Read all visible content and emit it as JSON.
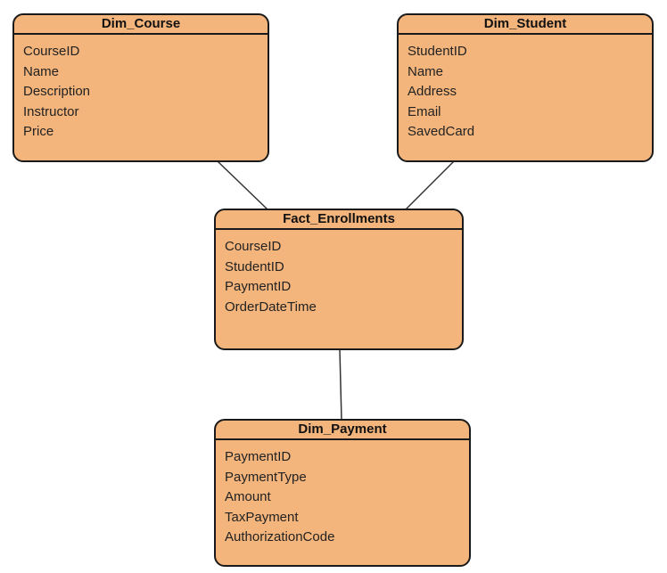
{
  "entities": {
    "dim_course": {
      "title": "Dim_Course",
      "fields": [
        "CourseID",
        "Name",
        "Description",
        "Instructor",
        "Price"
      ]
    },
    "dim_student": {
      "title": "Dim_Student",
      "fields": [
        "StudentID",
        "Name",
        "Address",
        "Email",
        "SavedCard"
      ]
    },
    "fact_enrollments": {
      "title": "Fact_Enrollments",
      "fields": [
        "CourseID",
        "StudentID",
        "PaymentID",
        "OrderDateTime"
      ]
    },
    "dim_payment": {
      "title": "Dim_Payment",
      "fields": [
        "PaymentID",
        "PaymentType",
        "Amount",
        "TaxPayment",
        "AuthorizationCode"
      ]
    }
  },
  "colors": {
    "entity_fill": "#f4b57c",
    "entity_border": "#1a1a1a",
    "connector": "#333333",
    "background": "#ffffff"
  }
}
